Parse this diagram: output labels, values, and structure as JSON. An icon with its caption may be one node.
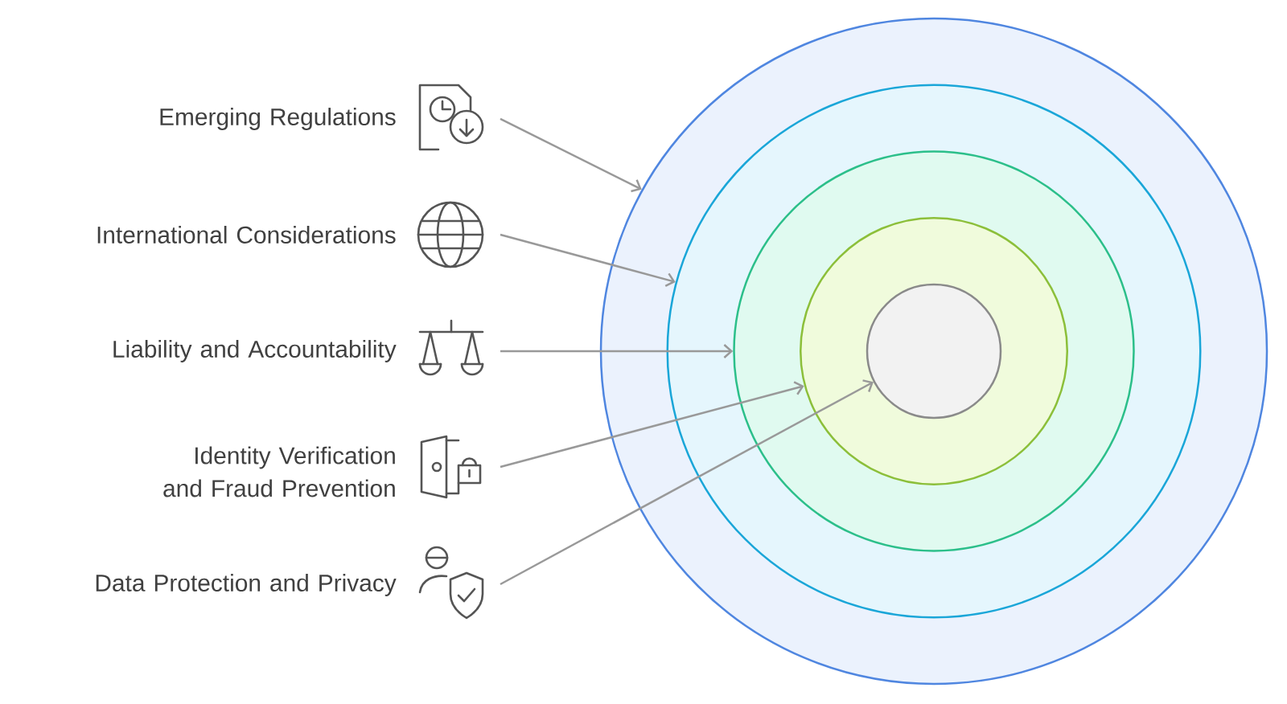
{
  "diagram": {
    "nodes": [
      {
        "text": [
          "Emerging Regulations"
        ]
      },
      {
        "text": [
          "International Considerations"
        ]
      },
      {
        "text": [
          "Liability and Accountability"
        ]
      },
      {
        "text": [
          "Identity Verification and Fraud Prevention"
        ]
      },
      {
        "text": [
          "Data Protection and Privacy"
        ]
      },
      {
        "text": [],
        "shape": "circle"
      },
      {
        "text": [],
        "shape": "circle",
        "in": 5
      },
      {
        "text": [],
        "shape": "circle",
        "in": 6
      },
      {
        "text": [],
        "shape": "circle",
        "in": 7
      },
      {
        "text": [],
        "shape": "circle",
        "in": 8
      }
    ],
    "edges": [
      {
        "from": 0,
        "to": 5,
        "arrow": "to"
      },
      {
        "from": 1,
        "to": 6,
        "arrow": "to"
      },
      {
        "from": 2,
        "to": 7,
        "arrow": "to"
      },
      {
        "from": 3,
        "to": 8,
        "arrow": "to"
      },
      {
        "from": 4,
        "to": 9,
        "arrow": "to"
      }
    ]
  }
}
